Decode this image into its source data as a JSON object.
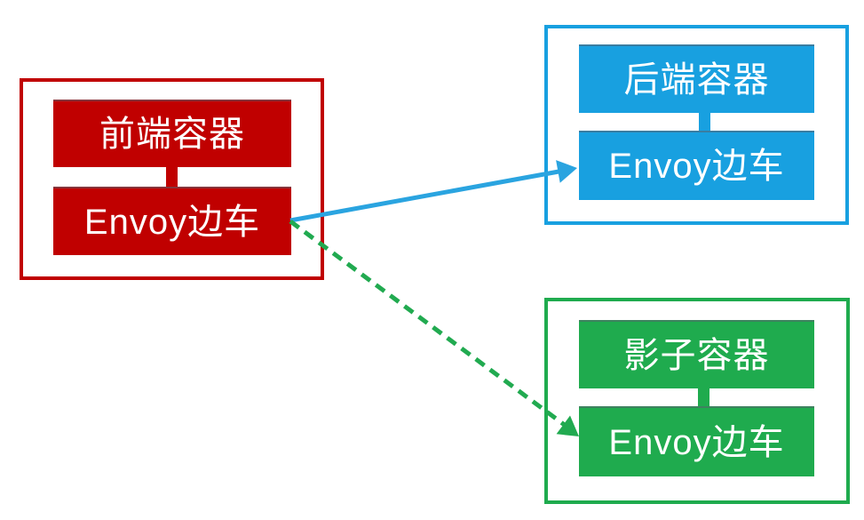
{
  "diagram": {
    "background_color": "#ffffff",
    "text_color": "#ffffff",
    "groups": [
      {
        "name": "frontend-pod",
        "color": "#c00000",
        "container_label": "前端容器",
        "sidecar_label": "Envoy边车"
      },
      {
        "name": "backend-pod",
        "color": "#18a0e0",
        "container_label": "后端容器",
        "sidecar_label": "Envoy边车"
      },
      {
        "name": "shadow-pod",
        "color": "#1fab4e",
        "container_label": "影子容器",
        "sidecar_label": "Envoy边车"
      }
    ],
    "arrows": [
      {
        "name": "frontend-to-backend",
        "style": "solid",
        "color": "#2aa4e0",
        "from": "frontend-envoy-sidecar",
        "to": "backend-envoy-sidecar"
      },
      {
        "name": "frontend-to-shadow",
        "style": "dashed",
        "color": "#21aa50",
        "from": "frontend-envoy-sidecar",
        "to": "shadow-envoy-sidecar"
      }
    ]
  }
}
